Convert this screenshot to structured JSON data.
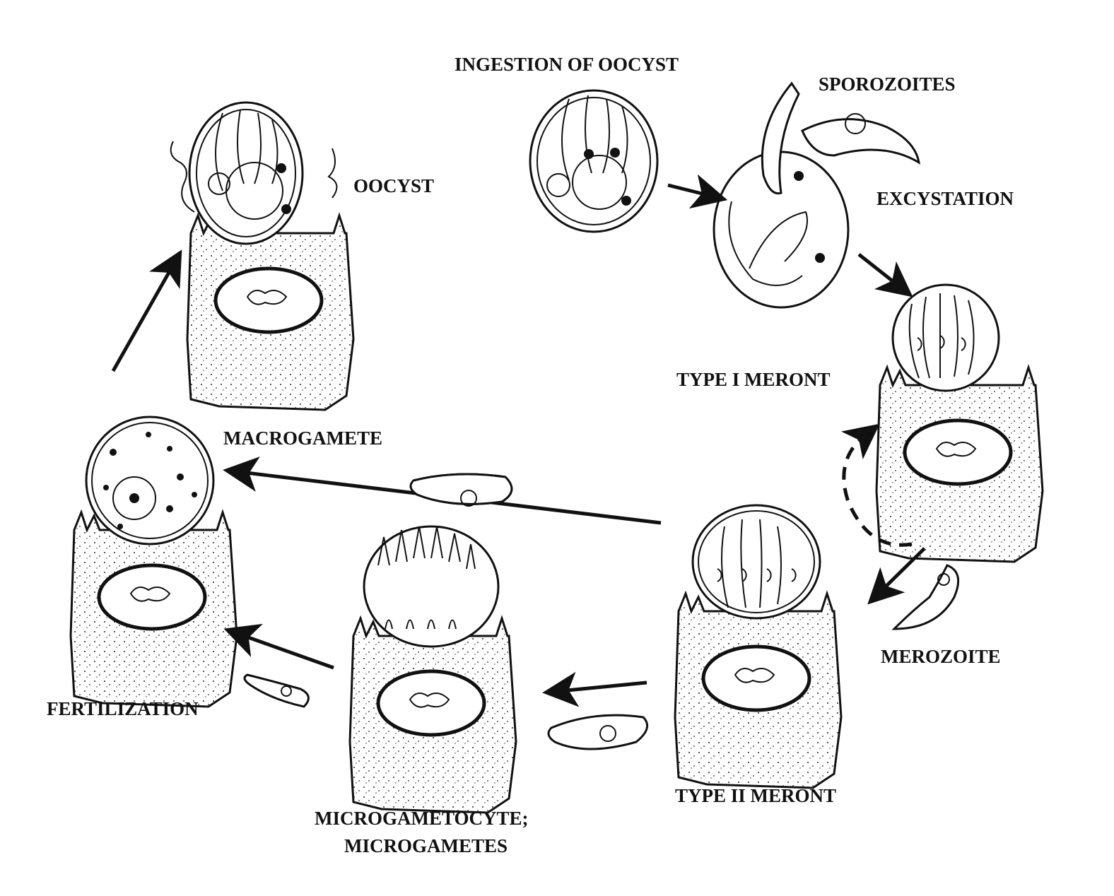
{
  "diagram": {
    "labels": {
      "ingestion": "INGESTION OF OOCYST",
      "sporozoites": "SPOROZOITES",
      "oocyst": "OOCYST",
      "excystation": "EXCYSTATION",
      "type1_meront": "TYPE I MERONT",
      "macrogamete": "MACROGAMETE",
      "merozoite": "MEROZOITE",
      "fertilization": "FERTILIZATION",
      "type2_meront": "TYPE II MERONT",
      "microgametocyte_line1": "MICROGAMETOCYTE;",
      "microgametocyte_line2": "MICROGAMETES"
    }
  }
}
